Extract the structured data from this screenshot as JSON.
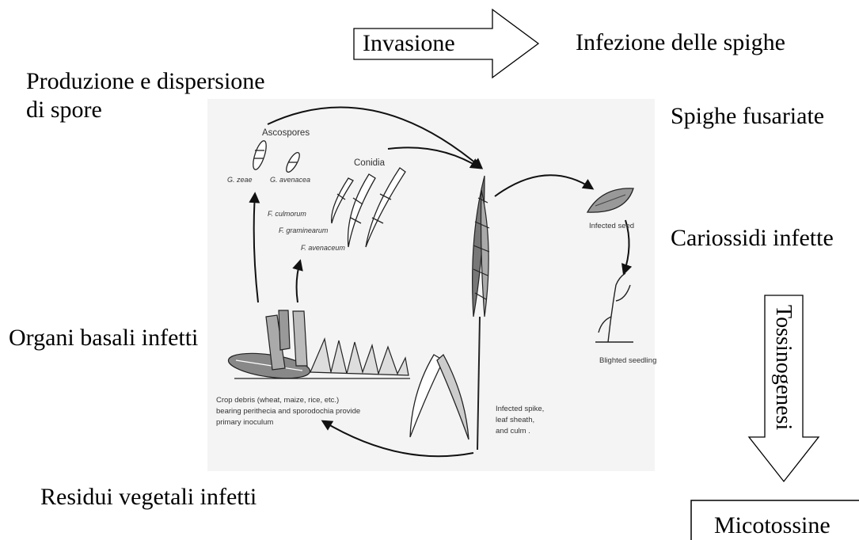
{
  "labels": {
    "invasione": "Invasione",
    "infezione": "Infezione delle spighe",
    "produzione_line1": "Produzione e dispersione",
    "produzione_line2": "di spore",
    "spighe": "Spighe fusariate",
    "cariossidi": "Cariossidi infette",
    "organi": "Organi basali infetti",
    "residui": "Residui vegetali infetti",
    "tossinogenesi": "Tossinogenesi",
    "micotossine": "Micotossine"
  },
  "figure": {
    "ascospores": "Ascospores",
    "g_zeae": "G. zeae",
    "g_avenacea": "G. avenacea",
    "conidia": "Conidia",
    "f_culmorum": "F. culmorum",
    "f_graminearum": "F. graminearum",
    "f_avenaceum": "F. avenaceum",
    "infected_seed": "Infected seed",
    "blighted_seedling": "Blighted seedling",
    "crop_debris_1": "Crop debris (wheat, maize, rice, etc.)",
    "crop_debris_2": "bearing perithecia and sporodochia provide",
    "crop_debris_3": "primary inoculum",
    "infected_spike_1": "Infected spike,",
    "infected_spike_2": "leaf sheath,",
    "infected_spike_3": "and culm ."
  }
}
